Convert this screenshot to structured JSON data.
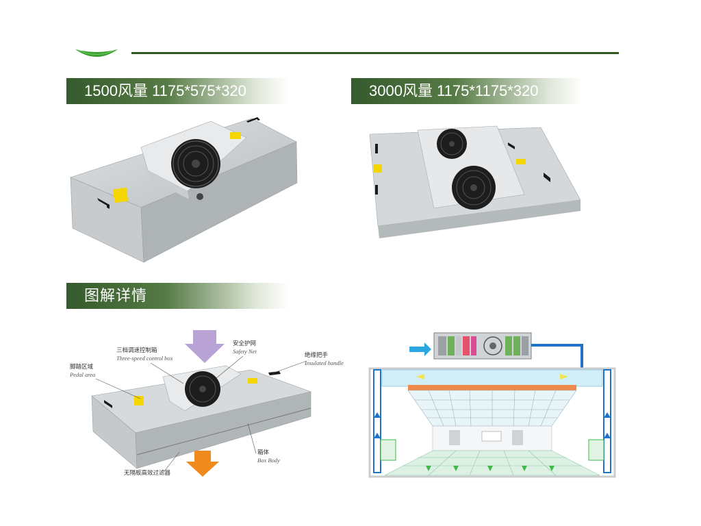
{
  "header": {
    "colors": {
      "accent": "#2f5a1d",
      "leaf": "#3aa12f"
    }
  },
  "sections": {
    "product_1": {
      "title": "1500风量 1175*575*320"
    },
    "product_2": {
      "title": "3000风量 1175*1175*320"
    },
    "diagram": {
      "title": "图解详情"
    }
  },
  "callouts": {
    "control_box": {
      "zh": "三档调速控制箱",
      "en": "Three-speed control box"
    },
    "safety_net": {
      "zh": "安全护网",
      "en": "Safety Net"
    },
    "handle": {
      "zh": "绝缘把手",
      "en": "Insulated handle"
    },
    "pedal": {
      "zh": "脚踏区域",
      "en": "Pedal area"
    },
    "body": {
      "zh": "箱体",
      "en": "Box Body"
    },
    "filter": {
      "zh": "无隔板高效过滤器",
      "en": ""
    }
  },
  "icons": [
    "leaf-logo-icon",
    "fan-icon",
    "handle-icon",
    "warning-label-icon",
    "airflow-arrow-icon"
  ]
}
